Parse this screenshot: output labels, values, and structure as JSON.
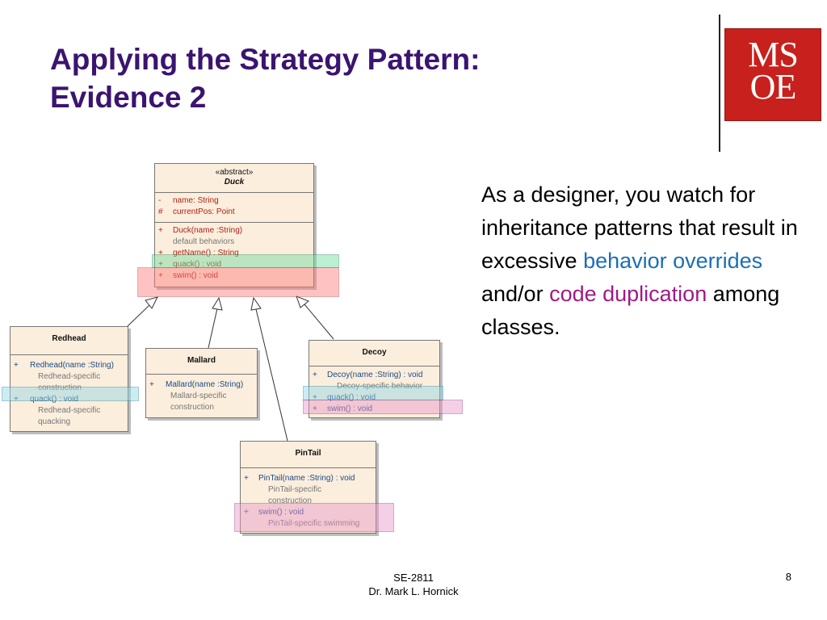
{
  "slide": {
    "title_line1": "Applying the Strategy Pattern:",
    "title_line2": "Evidence 2",
    "logo_line1": "MS",
    "logo_line2": "OE",
    "body": {
      "part1": "As a designer, you watch for inheritance patterns that result in excessive ",
      "highlight1": "behavior overrides",
      "part2": " and/or ",
      "highlight2": "code duplication",
      "part3": " among classes."
    },
    "footer_course": "SE-2811",
    "footer_author": "Dr. Mark L. Hornick",
    "page_number": "8"
  },
  "colors": {
    "title": "#3b1470",
    "highlight_blue": "#1b6fb5",
    "highlight_purple": "#a01a86",
    "logo_bg": "#c8201c"
  },
  "diagram": {
    "duck": {
      "stereotype": "«abstract»",
      "name": "Duck",
      "attributes": [
        {
          "vis": "-",
          "text": "name:  String"
        },
        {
          "vis": "#",
          "text": "currentPos:  Point"
        }
      ],
      "ops": [
        {
          "vis": "+",
          "text": "Duck(name :String)"
        },
        {
          "note": "default behaviors"
        },
        {
          "vis": "+",
          "text": "getName() : String"
        },
        {
          "vis": "+",
          "text": "quack() : void"
        },
        {
          "vis": "+",
          "text": "swim() : void"
        }
      ]
    },
    "redhead": {
      "name": "Redhead",
      "ops": [
        {
          "vis": "+",
          "text": "Redhead(name :String)"
        },
        {
          "note": "Redhead-specific"
        },
        {
          "note": "construction"
        },
        {
          "vis": "+",
          "text": "quack() : void"
        },
        {
          "note": "Redhead-specific"
        },
        {
          "note": "quacking"
        }
      ]
    },
    "mallard": {
      "name": "Mallard",
      "ops": [
        {
          "vis": "+",
          "text": "Mallard(name :String)"
        },
        {
          "note": "Mallard-specific"
        },
        {
          "note": "construction"
        }
      ]
    },
    "decoy": {
      "name": "Decoy",
      "ops": [
        {
          "vis": "+",
          "text": "Decoy(name :String) : void"
        },
        {
          "note": "Decoy-specific behavior"
        },
        {
          "vis": "+",
          "text": "quack() : void"
        },
        {
          "vis": "+",
          "text": "swim() : void"
        }
      ]
    },
    "pintail": {
      "name": "PinTail",
      "ops": [
        {
          "vis": "+",
          "text": "PinTail(name :String) : void"
        },
        {
          "note": "PinTail-specific"
        },
        {
          "note": "construction"
        },
        {
          "vis": "+",
          "text": "swim() : void"
        },
        {
          "note": "PinTail-specific swimming"
        }
      ]
    }
  }
}
